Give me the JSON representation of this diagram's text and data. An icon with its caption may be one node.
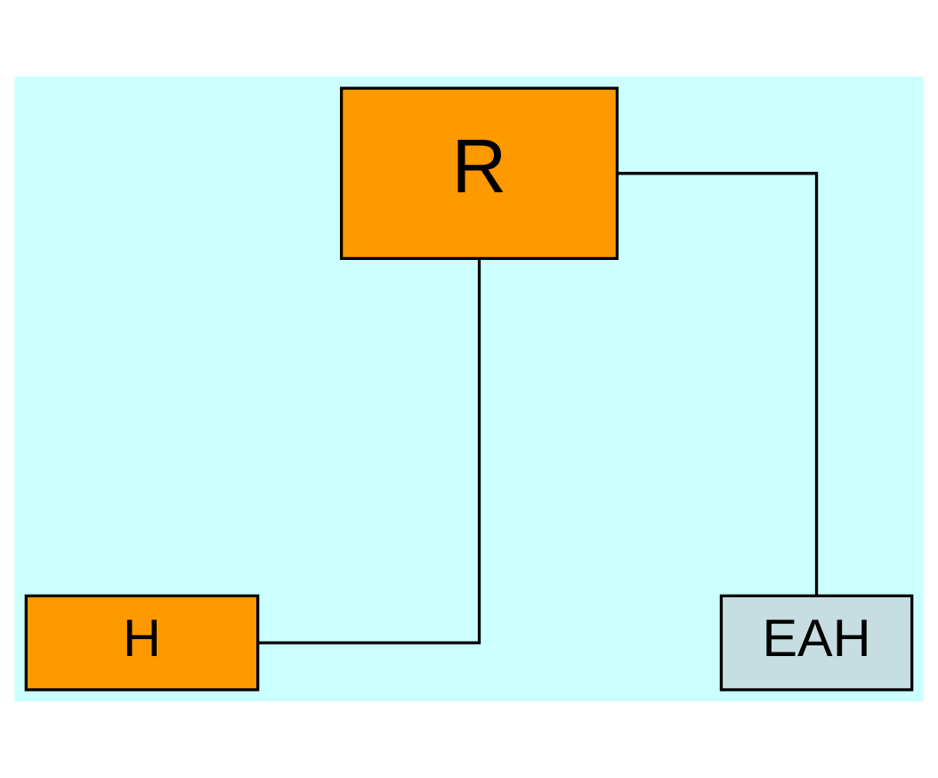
{
  "diagram": {
    "nodes": [
      {
        "text": [
          "R"
        ]
      },
      {
        "text": [
          "H"
        ]
      },
      {
        "text": [
          "EAH"
        ]
      }
    ],
    "edges": [
      {
        "from": 0,
        "to": 1,
        "arrow": "none"
      },
      {
        "from": 0,
        "to": 2,
        "arrow": "none"
      }
    ]
  }
}
